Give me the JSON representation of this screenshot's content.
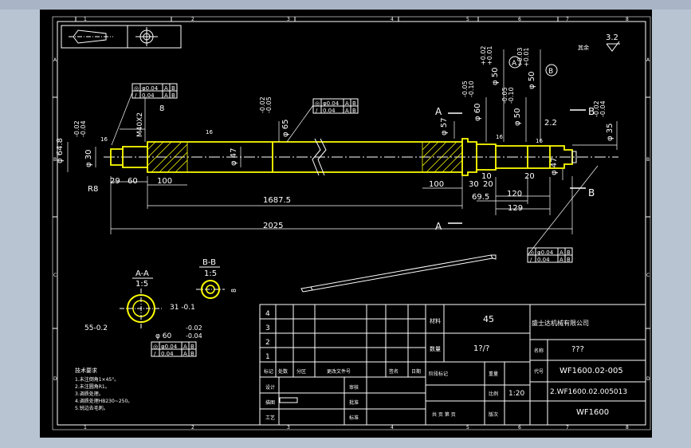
{
  "border": {
    "cols_top": [
      "1",
      "2",
      "3",
      "4",
      "5",
      "6",
      "7",
      "8"
    ],
    "cols_bottom": [
      "1",
      "2",
      "3",
      "4",
      "5",
      "6",
      "7",
      "8"
    ],
    "rows_left": [
      "A",
      "B",
      "C",
      "D"
    ],
    "rows_right": [
      "A",
      "B",
      "C",
      "D"
    ]
  },
  "surface_finish": {
    "value": "3.2",
    "note": "其余"
  },
  "colors": {
    "paper": "#000000",
    "line": "#ffffff",
    "highlight": "#ffff00",
    "frame": "#b9c4d2"
  },
  "dimensions": {
    "d_64_8": "φ 64.8",
    "d_30": "φ 30",
    "d_30_tol_upper": "-0.02",
    "d_30_tol_lower": "-0.04",
    "thread": "M40X2",
    "len_8": "8",
    "d_65_tol_upper": "-0.02",
    "d_65_tol_lower": "-0.05",
    "d_65": "φ 65",
    "d_57": "φ 57",
    "d_60": "φ 60",
    "d_60_tol_upper": "-0.05",
    "d_60_tol_lower": "-0.10",
    "d_50a": "φ 50",
    "d_50a_tol_upper": "-0.05",
    "d_50a_tol_lower": "-0.10",
    "d_50b": "φ 50",
    "d_50b_tol_upper": "+0.02",
    "d_50b_tol_lower": "+0.01",
    "d_50c": "φ 50",
    "d_50c_tol_upper": "+0.03",
    "d_50c_tol_lower": "+0.01",
    "d_47a": "φ 47",
    "d_47b": "φ 47",
    "d_35": "φ 35",
    "d_35_tol_upper": "-0.02",
    "d_35_tol_lower": "-0.04",
    "len_2_2": "2.2",
    "len_29": "29",
    "len_60": "60",
    "len_100a": "100",
    "len_100b": "100",
    "len_30": "30",
    "len_10": "10",
    "len_20a": "20",
    "len_20b": "20",
    "len_69_5": "69.5",
    "len_120": "120",
    "len_129": "129",
    "len_1687_5": "1687.5",
    "len_2025": "2025",
    "r8": "R8",
    "rough_16": "16",
    "circle_a": "A",
    "circle_b": "B",
    "section_a": "A",
    "section_b": "B"
  },
  "tolerance_frames": [
    {
      "sym": "◎",
      "val": "φ0.04",
      "d1": "A",
      "d2": "B"
    },
    {
      "sym": "/",
      "val": "0.04",
      "d1": "A",
      "d2": "B"
    }
  ],
  "sections": {
    "aa": {
      "title": "A-A",
      "scale": "1:5",
      "d55": "55-0.2",
      "d60": "φ 60",
      "d60_tol_upper": "-0.02",
      "d60_tol_lower": "-0.04"
    },
    "bb": {
      "title": "B-B",
      "scale": "1:5",
      "d31": "31 -0.1",
      "d8": "8"
    }
  },
  "notes": {
    "heading": "技术要求",
    "items": [
      "1.未注倒角1×45°。",
      "2.未注圆角R1。",
      "3.调质处理。",
      "4.调质处理HB230~250。",
      "5.锐边去毛刺。"
    ]
  },
  "title_block": {
    "rev_rows": [
      "4",
      "3",
      "2",
      "1"
    ],
    "material_label": "材料",
    "material": "45",
    "qty_label": "数量",
    "qty": "1?/?",
    "company": "盛士达机械有限公司",
    "name_label": "名称",
    "name_value": "???",
    "code_label": "代号",
    "part_no": "WF1600.02-005",
    "drawing_no": "2.WF1600.02.005013",
    "model": "WF1600",
    "scale_label": "比例",
    "scale": "1:20",
    "weight_label": "重量",
    "stage_label": "阶段标记",
    "sheet_label": "共 页 第 页",
    "pages_label": "版次",
    "head_cols": [
      "标记",
      "处数",
      "分区",
      "更改文件号",
      "签名",
      "日期"
    ],
    "roles": [
      "设计",
      "描图",
      "工艺"
    ],
    "roles2": [
      "审核",
      "批准",
      "标准"
    ]
  }
}
